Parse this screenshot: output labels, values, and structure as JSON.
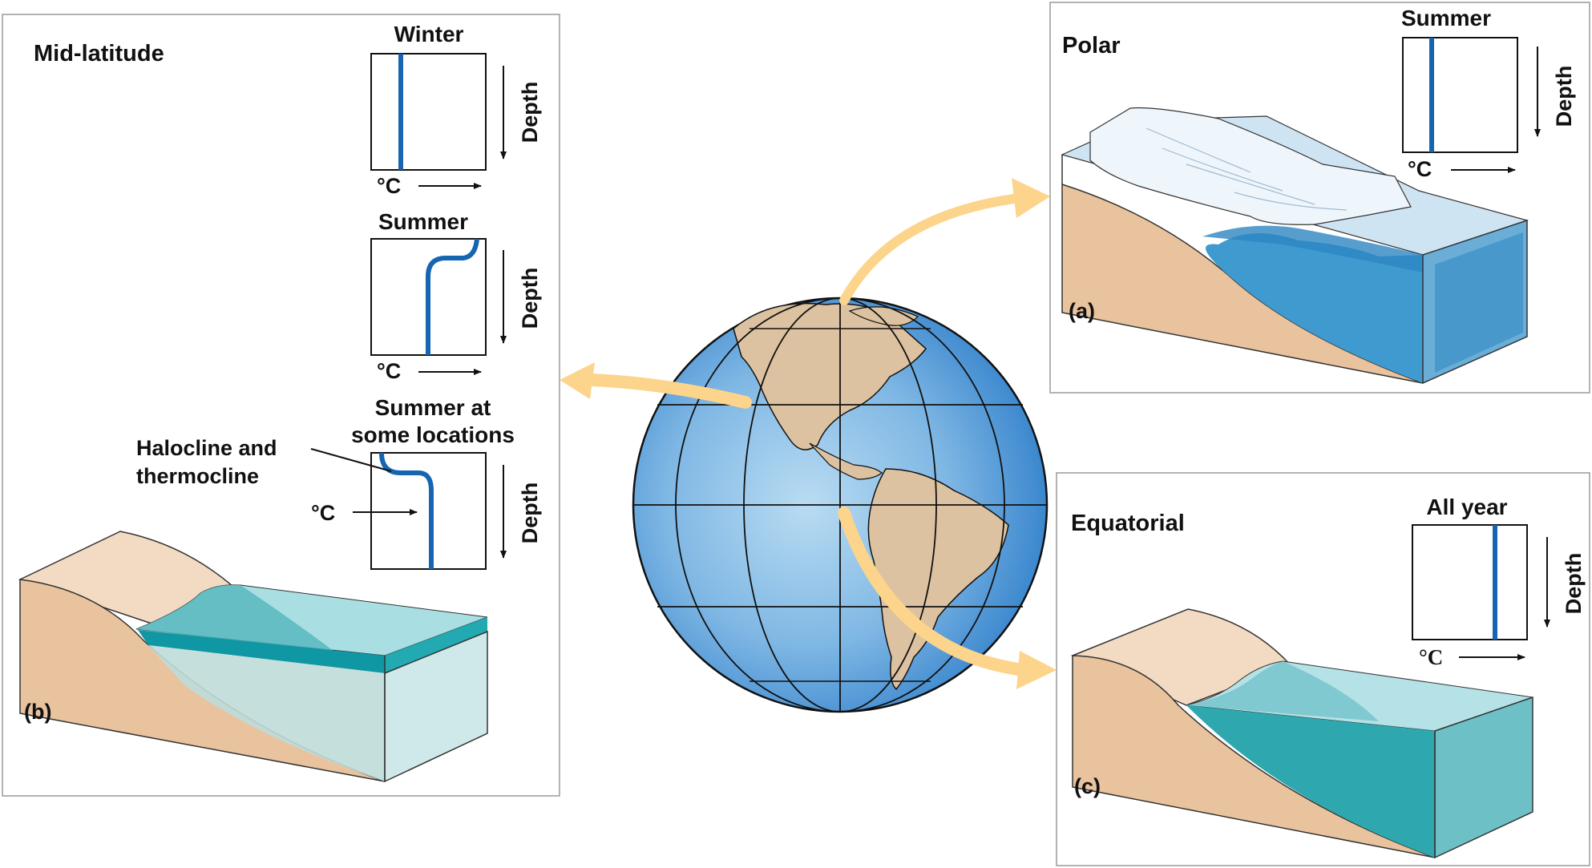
{
  "panels": {
    "mid_latitude": {
      "title": "Mid-latitude",
      "letter": "(b)",
      "profiles": {
        "winter": "Winter",
        "summer": "Summer",
        "summer_some": "Summer at some locations",
        "summer_some_line1": "Summer at",
        "summer_some_line2": "some locations"
      },
      "halocline_line1": "Halocline and",
      "halocline_line2": "thermocline"
    },
    "polar": {
      "title": "Polar",
      "letter": "(a)",
      "profile": "Summer"
    },
    "equatorial": {
      "title": "Equatorial",
      "letter": "(c)",
      "profile": "All year"
    }
  },
  "axes": {
    "temperature": "°C",
    "depth": "Depth"
  },
  "colors": {
    "profile_line": "#1565b0",
    "sand": "#e8c39e",
    "arrow": "#fcd48b",
    "ocean_globe": "#3d8fd6",
    "land_globe": "#dcc2a0"
  }
}
